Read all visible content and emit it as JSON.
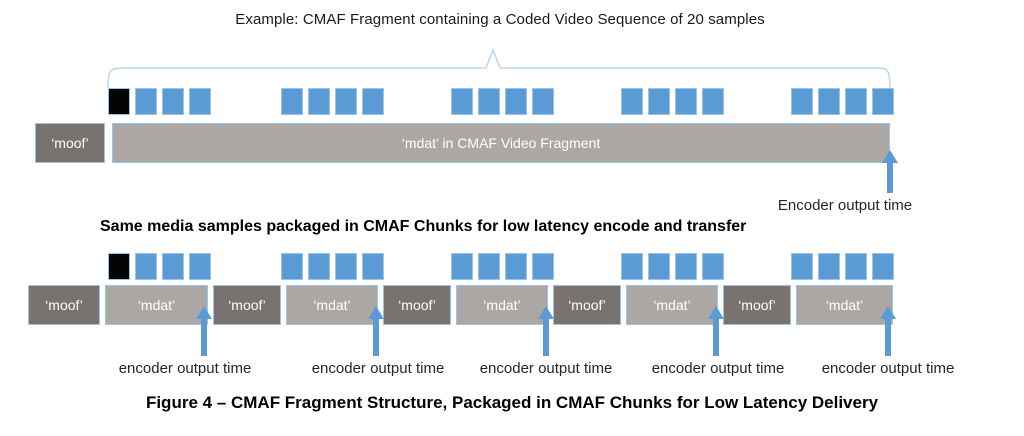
{
  "colors": {
    "blue": "#5B9BD5",
    "sample_border": "#9DC3E6",
    "moof_gray": "#787371",
    "mdat_gray": "#ABA7A4",
    "box_border": "#9DC3E6",
    "brace_blue": "#BDD7EE"
  },
  "header": {
    "title": "Example:  CMAF Fragment containing a Coded Video Sequence of 20 samples"
  },
  "samples": {
    "total_samples": 20,
    "groups": 5,
    "samples_per_group": 4,
    "first_sample_color": "black",
    "other_sample_color": "blue"
  },
  "top_row": {
    "moof_label": "‘moof’",
    "mdat_label": "‘mdat’ in CMAF Video Fragment",
    "encoder_output_label": "Encoder output time"
  },
  "middle": {
    "subtitle": "Same media samples packaged in CMAF Chunks for low latency encode and transfer"
  },
  "chunk_row": {
    "pairs": [
      {
        "moof": "‘moof’",
        "mdat": "‘mdat’"
      },
      {
        "moof": "‘moof’",
        "mdat": "‘mdat’"
      },
      {
        "moof": "‘moof’",
        "mdat": "‘mdat’"
      },
      {
        "moof": "‘moof’",
        "mdat": "‘mdat’"
      },
      {
        "moof": "‘moof’",
        "mdat": "‘mdat’"
      }
    ],
    "encoder_output_label": "encoder output time"
  },
  "caption": {
    "text": "Figure 4 – CMAF Fragment Structure, Packaged in CMAF Chunks for Low Latency Delivery"
  }
}
